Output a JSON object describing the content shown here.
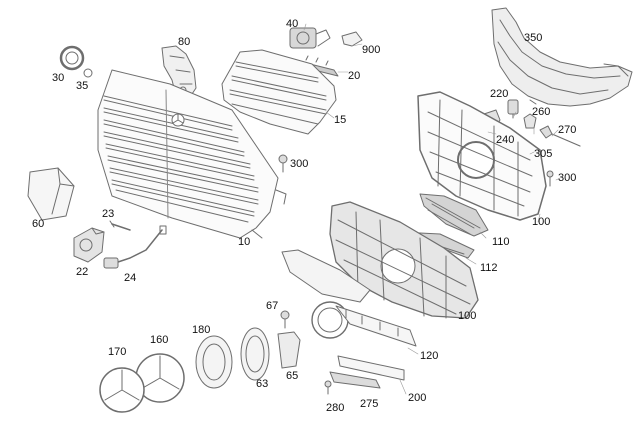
{
  "diagram": {
    "labels": {
      "p10": "10",
      "p15": "15",
      "p20": "20",
      "p22": "22",
      "p23": "23",
      "p24": "24",
      "p30": "30",
      "p35": "35",
      "p40": "40",
      "p60": "60",
      "p63": "63",
      "p65": "65",
      "p67": "67",
      "p80": "80",
      "p100a": "100",
      "p100b": "100",
      "p110": "110",
      "p112": "112",
      "p120": "120",
      "p160": "160",
      "p170": "170",
      "p180": "180",
      "p200": "200",
      "p220": "220",
      "p240": "240",
      "p260": "260",
      "p270": "270",
      "p275": "275",
      "p280": "280",
      "p300a": "300",
      "p300b": "300",
      "p305": "305",
      "p350": "350",
      "p900": "900"
    }
  }
}
